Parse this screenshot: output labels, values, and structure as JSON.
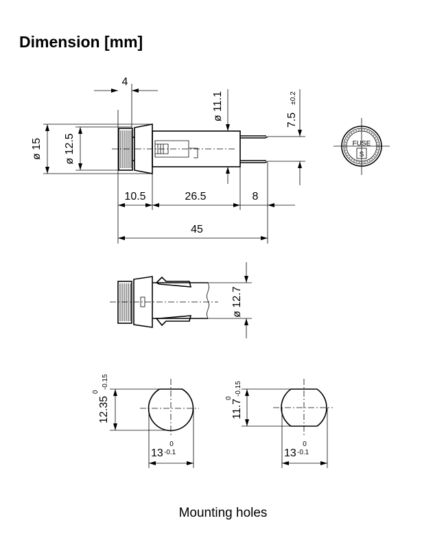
{
  "title": "Dimension [mm]",
  "caption": "Mounting holes",
  "side_view": {
    "dim_cap_width": "4",
    "dim_outer_dia": "ø 15",
    "dim_cap_dia": "ø 12.5",
    "dim_body_dia": "ø 11.1",
    "dim_pin_spacing": "7.5",
    "dim_pin_spacing_tol": "±0.2",
    "dim_front": "10.5",
    "dim_body": "26.5",
    "dim_pins": "8",
    "dim_total": "45"
  },
  "front_view": {
    "label": "FUSE",
    "symbol": "S"
  },
  "clip_view": {
    "dim_clip_dia": "ø 12.7"
  },
  "holes": [
    {
      "height": "12.35",
      "height_tol_upper": "0",
      "height_tol_lower": "-0.15",
      "width": "13",
      "width_tol_upper": "0",
      "width_tol_lower": "-0.1"
    },
    {
      "height": "11.7",
      "height_tol_upper": "0",
      "height_tol_lower": "-0.15",
      "width": "13",
      "width_tol_upper": "0",
      "width_tol_lower": "-0.1"
    }
  ]
}
